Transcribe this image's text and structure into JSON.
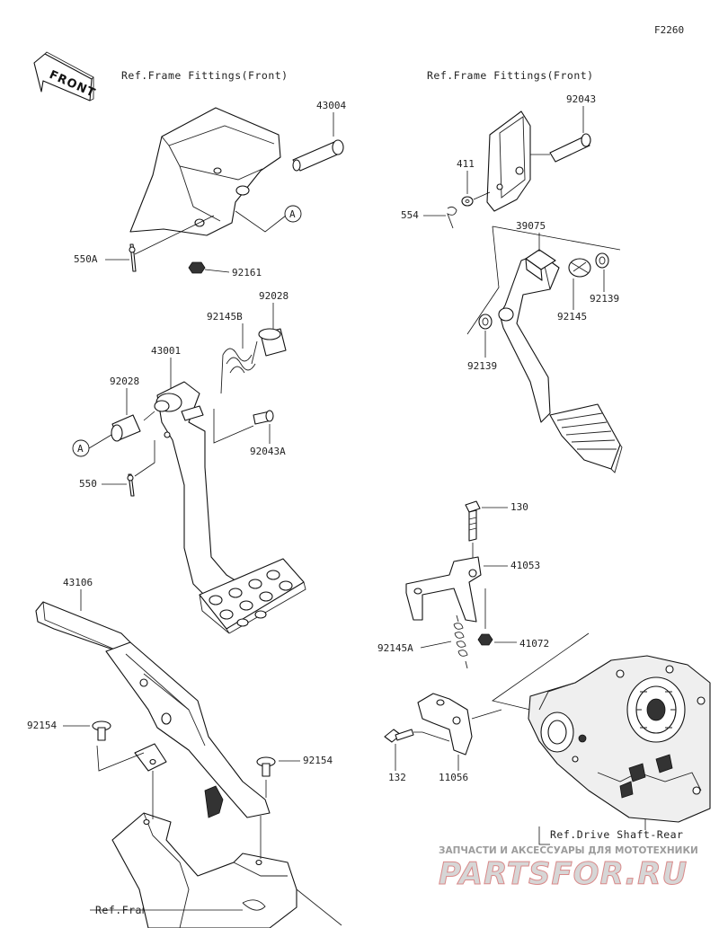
{
  "figure_code": "F2260",
  "front_indicator": "FRONT",
  "references": {
    "frame_fittings_left": "Ref.Frame Fittings(Front)",
    "frame_fittings_right": "Ref.Frame Fittings(Front)",
    "drive_shaft": "Ref.Drive Shaft-Rear",
    "frame": "Ref.Frame"
  },
  "part_labels": {
    "p43004": "43004",
    "p550A": "550A",
    "p92161": "92161",
    "p92028_top": "92028",
    "p92145B": "92145B",
    "p43001": "43001",
    "p92028_left": "92028",
    "p92043A": "92043A",
    "p550": "550",
    "p43106": "43106",
    "p92154_left": "92154",
    "p92154_right": "92154",
    "p411": "411",
    "p92043": "92043",
    "p554": "554",
    "p39075": "39075",
    "p92145": "92145",
    "p92139_right": "92139",
    "p92139_left": "92139",
    "p130": "130",
    "p41053": "41053",
    "p92145A": "92145A",
    "p41072": "41072",
    "p132": "132",
    "p11056": "11056"
  },
  "callout_marker": "A",
  "watermark": {
    "tagline": "ЗАПЧАСТИ И АКСЕССУАРЫ ДЛЯ МОТОТЕХНИКИ",
    "brand": "PARTSFOR.RU"
  }
}
